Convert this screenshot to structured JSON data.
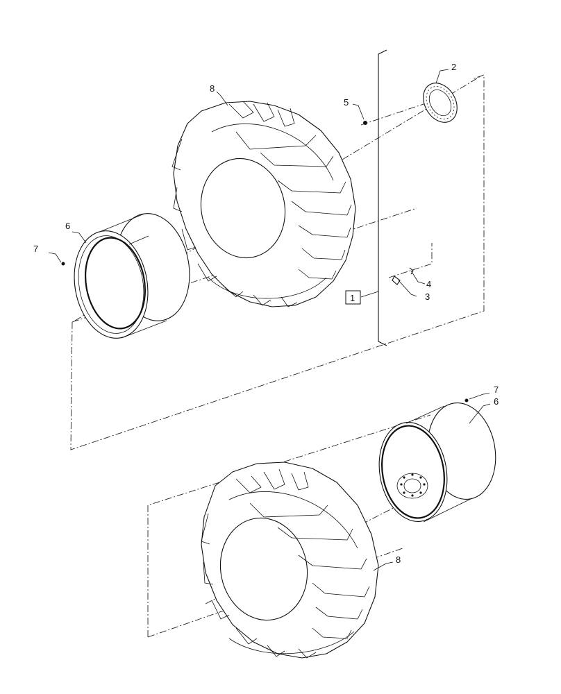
{
  "callouts": {
    "c1": "1",
    "c2": "2",
    "c3": "3",
    "c4": "4",
    "c5": "5",
    "c6_top": "6",
    "c7_top": "7",
    "c8_top": "8",
    "c6_bottom": "6",
    "c7_bottom": "7",
    "c8_bottom": "8"
  },
  "parts": {
    "top_assembly": [
      "tire",
      "rim",
      "hub-ring",
      "bolt",
      "washer",
      "valve",
      "nut"
    ],
    "bottom_assembly": [
      "tire",
      "rim",
      "valve"
    ]
  }
}
